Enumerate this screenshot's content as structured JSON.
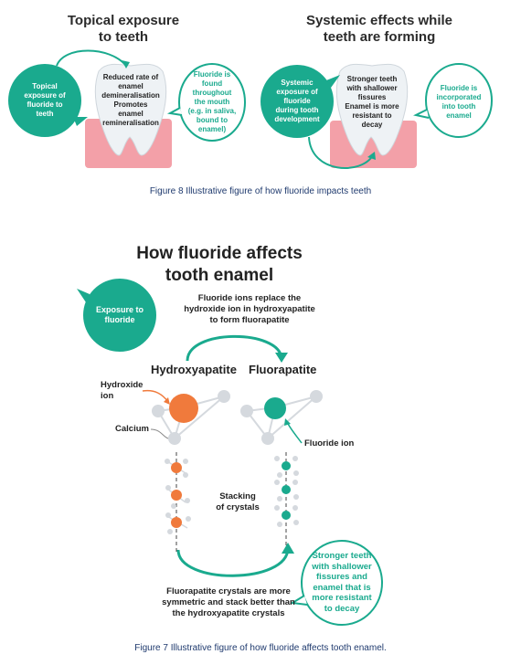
{
  "figure8": {
    "left_title_line1": "Topical exposure",
    "left_title_line2": "to teeth",
    "right_title_line1": "Systemic effects while",
    "right_title_line2": "teeth are forming",
    "topical_bubble": [
      "Topical",
      "exposure of",
      "fluoride to",
      "teeth"
    ],
    "tooth_left_text": [
      "Reduced rate of",
      "enamel",
      "demineralisation",
      "Promotes",
      "enamel",
      "remineralisation"
    ],
    "found_bubble": [
      "Fluoride is",
      "found",
      "throughout",
      "the mouth",
      "(e.g. in saliva,",
      "bound to",
      "enamel)"
    ],
    "systemic_bubble": [
      "Systemic",
      "exposure of",
      "fluoride",
      "during tooth",
      "development"
    ],
    "tooth_right_text": [
      "Stronger teeth",
      "with shallower",
      "fissures",
      "Enamel is more",
      "resistant to",
      "decay"
    ],
    "incorporated_bubble": [
      "Fluoride is",
      "incorporated",
      "into tooth",
      "enamel"
    ],
    "caption": "Figure 8 Illustrative figure of how fluoride impacts teeth"
  },
  "figure7": {
    "title_line1": "How fluoride affects",
    "title_line2": "tooth enamel",
    "exposure_bubble": [
      "Exposure to",
      "fluoride"
    ],
    "replace_text": [
      "Fluoride ions replace the",
      "hydroxide ion in hydroxyapatite",
      "to form fluorapatite"
    ],
    "hydroxyapatite": "Hydroxyapatite",
    "fluorapatite": "Fluorapatite",
    "hydroxide_ion": [
      "Hydroxide",
      "ion"
    ],
    "calcium": "Calcium",
    "fluoride_ion": "Fluoride ion",
    "stacking": [
      "Stacking",
      "of crystals"
    ],
    "stronger_bubble": [
      "Stronger teeth",
      "with shallower",
      "fissures and",
      "enamel that is",
      "more resistant",
      "to decay"
    ],
    "bottom_text": [
      "Fluorapatite crystals are more",
      "symmetric and stack better than",
      "the hydroxyapatite crystals"
    ],
    "caption": "Figure 7 Illustrative figure of how fluoride affects tooth enamel."
  },
  "colors": {
    "teal": "#1aaa8e",
    "orange": "#f07a3c",
    "gum": "#f3a0a8",
    "tooth": "#e9eef2",
    "grey_atom": "#d5d9de"
  }
}
